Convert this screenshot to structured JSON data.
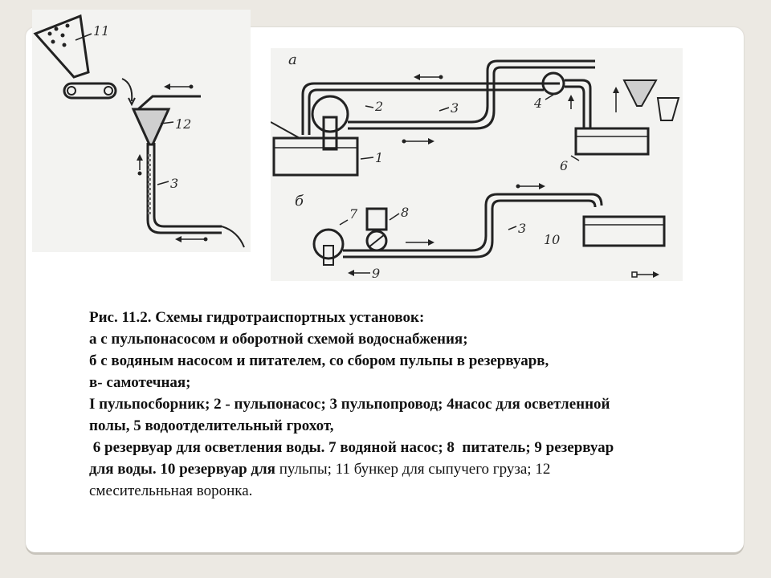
{
  "figure": {
    "labels": {
      "part_a": "а",
      "part_b": "б",
      "n1": "1",
      "n2": "2",
      "n3_a": "3",
      "n3_b": "3",
      "n3_c": "3",
      "n4": "4",
      "n6": "6",
      "n7": "7",
      "n8": "8",
      "n9": "9",
      "n10": "10",
      "n11": "11",
      "n12": "12"
    }
  },
  "caption": {
    "line1": "Рис. 11.2. Схемы гидротраиспортных установок:",
    "line2": "а с пульпонасосом и оборотной схемой водоснабжения;",
    "line3": "б с водяным насосом и питателем, со сбором пульпы в резервуарв,",
    "line4": "в- самотечная;",
    "line5": "I пульпосборник; 2 - пульпонасос; 3 пульпопровод; 4насос для осветленной",
    "line6": "полы, 5 водоотделительный грохот,",
    "line7": " 6 резервуар для осветления воды. 7 водяной насос; 8  питатель; 9 резервуар",
    "line8_bold": "для воды. 10 резервуар для",
    "line8_normal": " пульпы; 11 бункер для сыпучего груза; 12",
    "line9": "смесительньная воронка."
  }
}
